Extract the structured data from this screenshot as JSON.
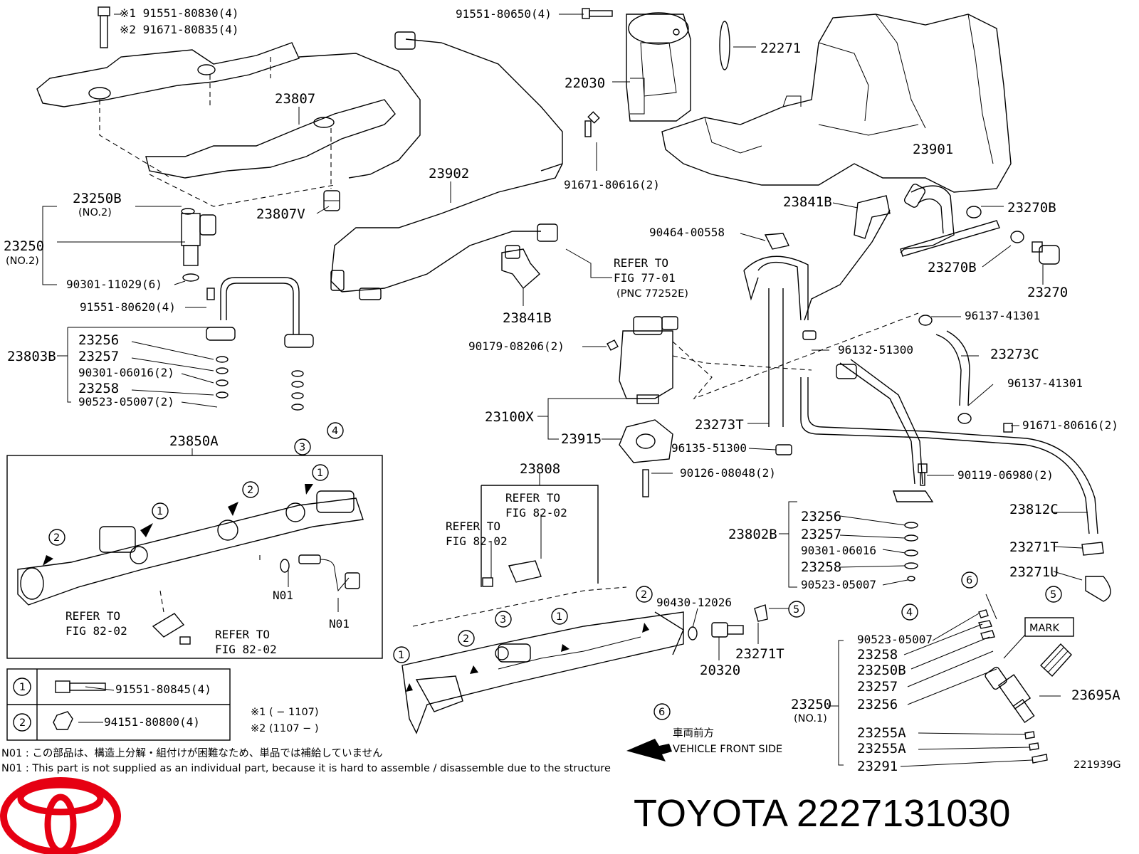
{
  "labels": {
    "screw_a": "※1 91551-80830(4)",
    "screw_b": "※2 91671-80835(4)",
    "bolt_top": "91551-80650(4)",
    "gasket_22271": "22271",
    "throttle_22030": "22030",
    "tube_23807": "23807",
    "insulator_23807v": "23807V",
    "pipe_23902": "23902",
    "bolt_91671_a": "91671-80616(2)",
    "injector_23250b_no2": "23250B",
    "injector_23250b_no2_sub": "(NO.2)",
    "injector_23250_no2": "23250",
    "injector_23250_no2_sub": "(NO.2)",
    "oring_90301_11029": "90301-11029(6)",
    "bolt_91551_80620": "91551-80620(4)",
    "set_23803b": "23803B",
    "l_23256_a": "23256",
    "l_23257_a": "23257",
    "l_90301_06016_a": "90301-06016(2)",
    "l_23258_a": "23258",
    "l_90523_05007_a": "90523-05007(2)",
    "rail_23850a": "23850A",
    "hose_23901": "23901",
    "clip_23841b_a": "23841B",
    "gasket_23270b_a": "23270B",
    "clip_90464": "90464-00558",
    "refer_77_line1": "REFER TO",
    "refer_77_line2": "FIG 77-01",
    "refer_77_line3": "(PNC 77252E)",
    "gasket_23270b_b": "23270B",
    "union_23270": "23270",
    "clip_23841b_b": "23841B",
    "clamp_96137_a": "96137-41301",
    "nut_90179": "90179-08206(2)",
    "clip_96132": "96132-51300",
    "hose_23273c": "23273C",
    "clamp_96137_b": "96137-41301",
    "pump_23100x": "23100X",
    "hose_23273t": "23273T",
    "bolt_91671_b": "91671-80616(2)",
    "gasket_23915": "23915",
    "clip_96135": "96135-51300",
    "stud_90126": "90126-08048(2)",
    "bolt_90119": "90119-06980(2)",
    "harness_23808": "23808",
    "refer_82_a_line1": "REFER TO",
    "refer_82_a_line2": "FIG 82-02",
    "refer_82_b_line1": "REFER TO",
    "refer_82_b_line2": "FIG 82-02",
    "pipe_23812c": "23812C",
    "set_23802b": "23802B",
    "l_23256_b": "23256",
    "l_23257_b": "23257",
    "l_90301_06016_b": "90301-06016",
    "l_23258_b": "23258",
    "l_90523_05007_b": "90523-05007",
    "clip_23271t_a": "23271T",
    "clip_23271u": "23271U",
    "n01_a": "N01",
    "n01_b": "N01",
    "refer_82_c_line1": "REFER TO",
    "refer_82_c_line2": "FIG 82-02",
    "refer_82_d_line1": "REFER TO",
    "refer_82_d_line2": "FIG 82-02",
    "oring_90430": "90430-12026",
    "clip_23271t_b": "23271T",
    "sensor_20320": "20320",
    "mark": "MARK",
    "kit_90523": "90523-05007",
    "kit_23258": "23258",
    "kit_23250b": "23250B",
    "kit_23257": "23257",
    "kit_23256": "23256",
    "injector_23250_no1": "23250",
    "injector_23250_no1_sub": "(NO.1)",
    "kit_23255a_1": "23255A",
    "kit_23255a_2": "23255A",
    "kit_23291": "23291",
    "insulator_23695a": "23695A",
    "callout_1": "1",
    "callout_2": "2",
    "callout_3": "3",
    "callout_4": "4",
    "callout_5": "5",
    "callout_6": "6",
    "legend_1_part": "91551-80845(4)",
    "legend_2_part": "94151-80800(4)",
    "period_1": "※1 (        − 1107)",
    "period_2": "※2 (1107 −        )",
    "front_jp": "車両前方",
    "front_en": "VEHICLE FRONT SIDE",
    "note_jp": "N01 : この部品は、構造上分解・組付けが困難なため、単品では補給していません",
    "note_en": "N01 : This part is not supplied as an individual part, because it is hard to assemble / disassemble due to the structure",
    "diagram_id": "221939G"
  },
  "brand": {
    "logo": "toyota-logo",
    "logo_color": "#e60012",
    "title": "TOYOTA 2227131030"
  }
}
